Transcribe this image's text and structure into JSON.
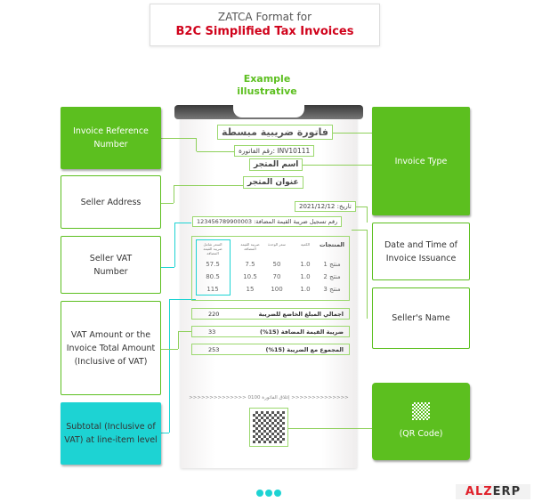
{
  "header": {
    "line1": "ZATCA Format for",
    "line2": "B2C Simplified Tax Invoices"
  },
  "example": {
    "line1": "Example",
    "line2": "illustrative"
  },
  "labels": {
    "invoice_ref": "Invoice Reference Number",
    "seller_address": "Seller Address",
    "seller_vat": "Seller VAT Number",
    "vat_amount": "VAT Amount or the Invoice Total Amount (Inclusive of VAT)",
    "subtotal": "Subtotal (Inclusive of VAT) at line-item level",
    "invoice_type": "Invoice Type",
    "date_time": "Date and Time of Invoice Issuance",
    "seller_name": "Seller's Name",
    "qr": "(QR Code)"
  },
  "invoice": {
    "title": "فاتورة ضريبية مبسطة",
    "number": "رقم الفاتورة: INV10111",
    "store_name": "اسم المتجر",
    "store_address": "عنوان المتجر",
    "date": "تاريخ: 2021/12/12",
    "vat_no": "رقم تسجيل ضريبة القيمة المضافة: 123456789900003",
    "headers": [
      "المنتجات",
      "الكمية",
      "سعر الوحدة",
      "ضريبة القيمة المضافة",
      "السعر شامل ضريبة القيمة المضافة"
    ],
    "rows": [
      [
        "منتج 1",
        "1.0",
        "50",
        "7.5",
        "57.5"
      ],
      [
        "منتج 2",
        "1.0",
        "70",
        "10.5",
        "80.5"
      ],
      [
        "منتج 3",
        "1.0",
        "100",
        "15",
        "115"
      ]
    ],
    "totals": [
      {
        "label": "اجمالي المبلغ الخاضع للضريبة",
        "value": "220"
      },
      {
        "label": "ضريبة القيمة المضافة (15%)",
        "value": "33"
      },
      {
        "label": "المجموع مع الضريبة (15%)",
        "value": "253"
      }
    ],
    "footer": ">>>>>>>>>>>>>> إغلاق الفاتورة 0100 >>>>>>>>>>>>>>"
  },
  "logo": {
    "text": "ALZERP"
  },
  "colors": {
    "green": "#5cbf1f",
    "cyan": "#1dd3d3",
    "red": "#d0021b"
  }
}
